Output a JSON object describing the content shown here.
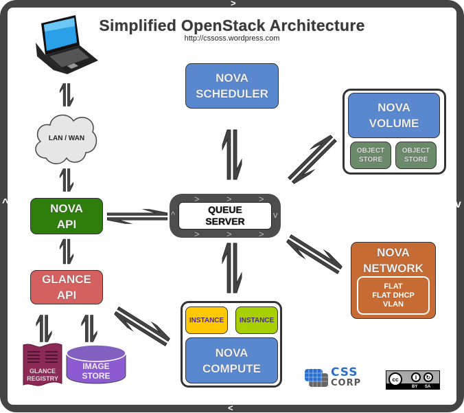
{
  "title": "Simplified OpenStack Architecture",
  "subtitle": "http://cssoss.wordpress.com",
  "nodes": {
    "client": {
      "icon": "laptop-icon"
    },
    "network": {
      "label": "LAN / WAN",
      "shape": "cloud"
    },
    "nova_api": {
      "line1": "NOVA",
      "line2": "API",
      "color": "#2f7d0d"
    },
    "glance_api": {
      "line1": "GLANCE",
      "line2": "API",
      "color": "#d46060"
    },
    "glance_registry": {
      "line1": "GLANCE",
      "line2": "REGISTRY",
      "color": "#8b2a55"
    },
    "image_store": {
      "line1": "IMAGE",
      "line2": "STORE",
      "color": "#8c5bd1"
    },
    "nova_scheduler": {
      "line1": "NOVA",
      "line2": "SCHEDULER",
      "color": "#5a88cf"
    },
    "queue_server": {
      "line1": "QUEUE",
      "line2": "SERVER",
      "color": "#4d4d4d"
    },
    "nova_volume": {
      "line1": "NOVA",
      "line2": "VOLUME",
      "color": "#5a88cf",
      "stores": [
        {
          "line1": "OBJECT",
          "line2": "STORE"
        },
        {
          "line1": "OBJECT",
          "line2": "STORE"
        }
      ],
      "store_color": "#6a8a6a"
    },
    "nova_network": {
      "line1": "NOVA",
      "line2": "NETWORK",
      "color": "#c56b33",
      "modes": [
        "FLAT",
        "FLAT DHCP",
        "VLAN"
      ]
    },
    "nova_compute": {
      "line1": "NOVA",
      "line2": "COMPUTE",
      "color": "#5a88cf",
      "instances": [
        {
          "label": "INSTANCE",
          "color": "#ffc800"
        },
        {
          "label": "INSTANCE",
          "color": "#a8d000"
        }
      ]
    }
  },
  "edges": [
    {
      "from": "client",
      "to": "network",
      "bidirectional": true
    },
    {
      "from": "network",
      "to": "nova_api",
      "bidirectional": true
    },
    {
      "from": "nova_api",
      "to": "glance_api",
      "bidirectional": true
    },
    {
      "from": "nova_api",
      "to": "queue_server",
      "bidirectional": true
    },
    {
      "from": "nova_scheduler",
      "to": "queue_server",
      "bidirectional": true
    },
    {
      "from": "nova_volume",
      "to": "queue_server",
      "bidirectional": true
    },
    {
      "from": "nova_network",
      "to": "queue_server",
      "bidirectional": true
    },
    {
      "from": "nova_compute",
      "to": "queue_server",
      "bidirectional": true
    },
    {
      "from": "glance_api",
      "to": "nova_compute",
      "bidirectional": true
    },
    {
      "from": "glance_api",
      "to": "glance_registry",
      "bidirectional": true
    },
    {
      "from": "glance_api",
      "to": "image_store",
      "bidirectional": true
    }
  ],
  "logos": {
    "corp": {
      "line1": "CSS",
      "line2": "CORP",
      "accent": "#2a6fd0"
    },
    "license": {
      "badge": "cc",
      "labels": [
        "BY",
        "SA"
      ]
    }
  },
  "colors": {
    "frame": "#444444",
    "arrow": "#444444"
  }
}
